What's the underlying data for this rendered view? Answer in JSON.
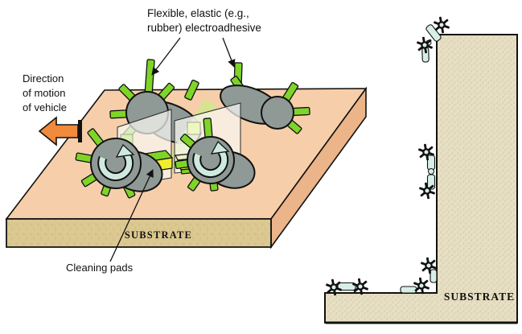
{
  "figure": {
    "left_panel": {
      "electroadhesive_label_line1": "Flexible, elastic (e.g.,",
      "electroadhesive_label_line2": "rubber) electroadhesive",
      "direction_label_line1": "Direction",
      "direction_label_line2": "of motion",
      "direction_label_line3": "of vehicle",
      "cleaning_pads_label": "Cleaning pads",
      "substrate_label": "SUBSTRATE"
    },
    "right_panel": {
      "substrate_label": "SUBSTRATE"
    }
  },
  "colors": {
    "platform_top": "#F6CEA9",
    "platform_side": "#EBB489",
    "platform_front": "#DCC891",
    "platform_front_grain": "#C3AE6B",
    "substrate_right": "#E7DFC4",
    "substrate_texture": "#C3B58A",
    "flap_green": "#7FD428",
    "pad_yellow": "#F0EC2F",
    "pad_pale": "#EDEDC8",
    "drum_gray": "#8F9995",
    "rotation_mint": "#CEEADF",
    "arrow_orange": "#F08A3C",
    "mini_mint": "#D7EFE5",
    "gap_green": "#CDE98A",
    "outline": "#111111",
    "text": "#111111"
  }
}
